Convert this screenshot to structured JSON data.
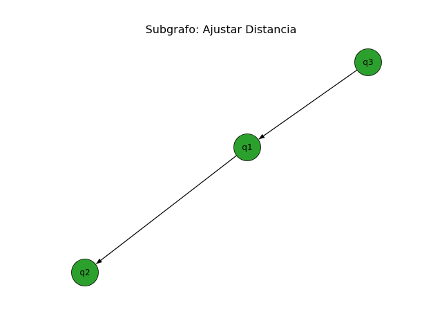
{
  "title": "Subgrafo: Ajustar Distancia",
  "node_color": "#2ca02c",
  "node_border_color": "#000000",
  "edge_color": "#000000",
  "nodes": [
    {
      "id": "q3",
      "label": "q3"
    },
    {
      "id": "q1",
      "label": "q1"
    },
    {
      "id": "q2",
      "label": "q2"
    }
  ],
  "edges": [
    {
      "from": "q3",
      "to": "q1"
    },
    {
      "from": "q1",
      "to": "q2"
    }
  ]
}
